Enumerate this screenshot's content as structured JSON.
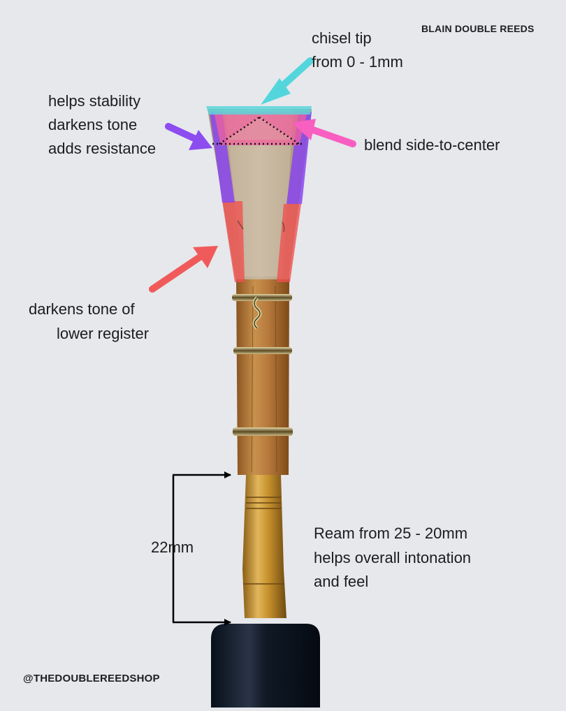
{
  "brand": "BLAIN DOUBLE REEDS",
  "handle": "@THEDOUBLEREEDSHOP",
  "annotations": {
    "chisel_tip": {
      "line1": "chisel tip",
      "line2": "from 0 - 1mm",
      "color": "#52d6dc"
    },
    "stability": {
      "line1": "helps stability",
      "line2": "darkens tone",
      "line3": "adds resistance",
      "color": "#8c4cf0"
    },
    "blend": {
      "line1": "blend side-to-center",
      "color": "#f85fc0"
    },
    "lower_register": {
      "line1": "darkens tone of",
      "line2": "lower register",
      "color": "#f15a5a"
    },
    "staple_length": {
      "line1": "22mm",
      "color": "#000000"
    },
    "ream": {
      "line1": "Ream from 25 - 20mm",
      "line2": "helps  overall intonation",
      "line3": "and feel"
    }
  },
  "colors": {
    "background": "#e6e8ec",
    "cane": "#bfae95",
    "thread": "#b57a3f",
    "brass": "#c9962f",
    "mandrel": "#0e1622"
  }
}
